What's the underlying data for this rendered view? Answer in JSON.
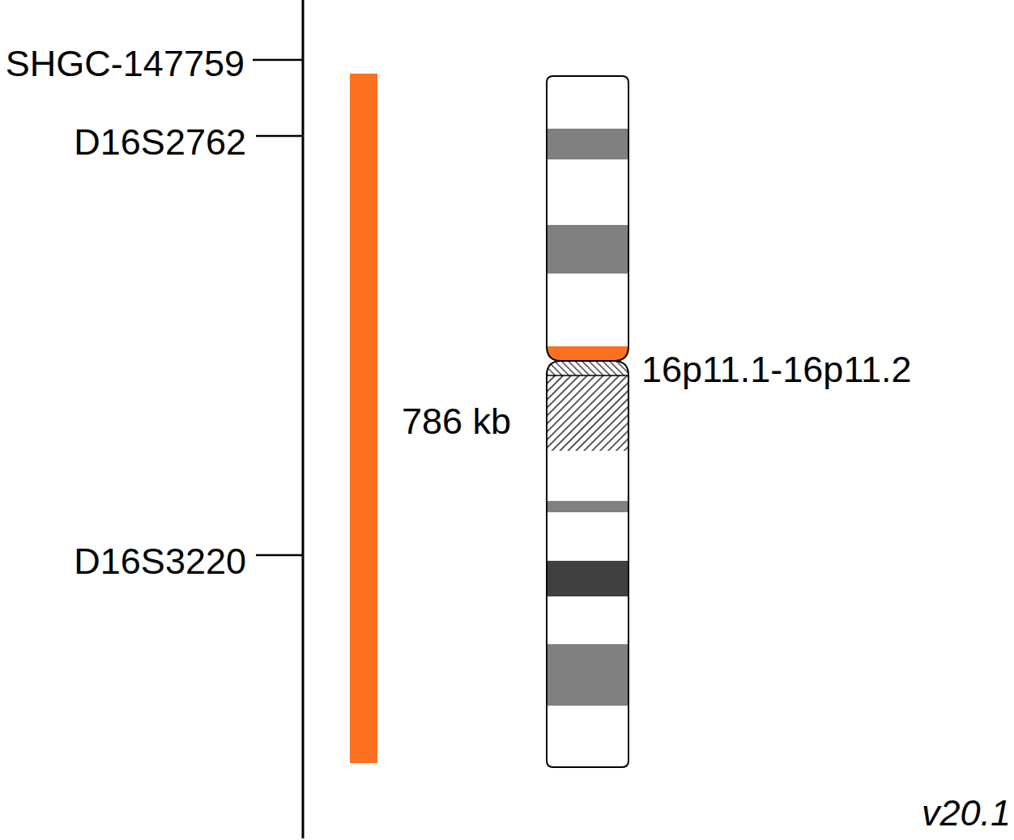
{
  "diagram": {
    "labels": [
      "SHGC-147759",
      "D16S2762",
      "16p11.1-16p11.2",
      "786 kb",
      "D16S3220",
      "v20.1"
    ]
  }
}
